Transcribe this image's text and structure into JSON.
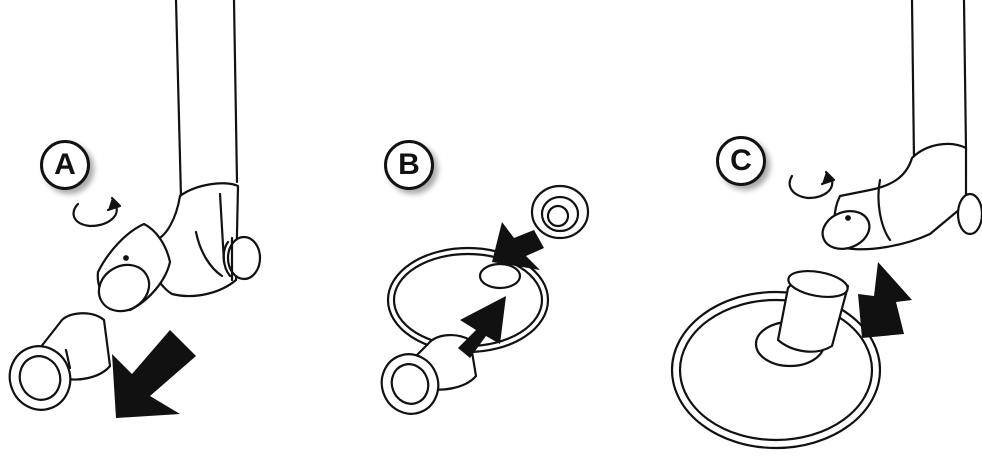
{
  "steps": [
    {
      "label": "A"
    },
    {
      "label": "B"
    },
    {
      "label": "C"
    }
  ],
  "colors": {
    "ink": "#111111",
    "fill": "#ffffff",
    "shadow": "#e8e8e8"
  }
}
